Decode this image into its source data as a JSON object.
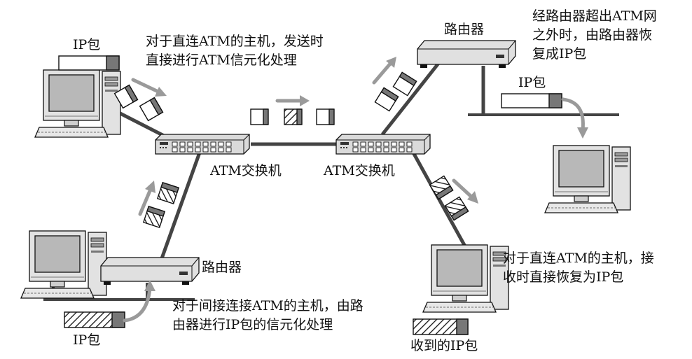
{
  "labels": {
    "ip_packet_top": "IP包",
    "ip_packet_right": "IP包",
    "ip_packet_bottom": "IP包",
    "received_packet": "收到的IP包",
    "router_top": "路由器",
    "router_bottom": "路由器",
    "atm_switch_left": "ATM交换机",
    "atm_switch_right": "ATM交换机"
  },
  "notes": {
    "direct_send": [
      "对于直连ATM的主机，发送时",
      "直接进行ATM信元化处理"
    ],
    "router_restore": [
      "经路由器超出ATM网",
      "之外时，由路由器恢",
      "复成IP包"
    ],
    "indirect": [
      "对于间接连接ATM的主机，由路",
      "由器进行IP包的信元化处理"
    ],
    "direct_receive": [
      "对于直连ATM的主机，接",
      "收时直接恢复为IP包"
    ]
  },
  "colors": {
    "line": "#444444",
    "arrow": "#9a9a9a",
    "cell_header": "#777777",
    "device": "#d8d8d8"
  }
}
